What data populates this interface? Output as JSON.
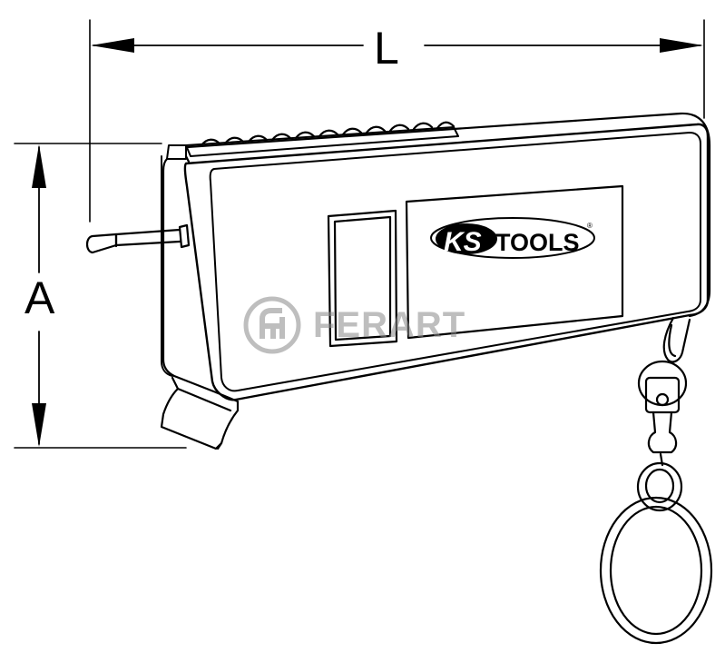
{
  "dimensions": {
    "length_label": "L",
    "height_label": "A"
  },
  "brand": {
    "logo_ks": "KS",
    "logo_tools": "TOOLS",
    "registered_mark": "®"
  },
  "watermark": {
    "text": "FERART",
    "color": "#8a8a8a"
  },
  "colors": {
    "line": "#000000",
    "background": "#ffffff"
  }
}
